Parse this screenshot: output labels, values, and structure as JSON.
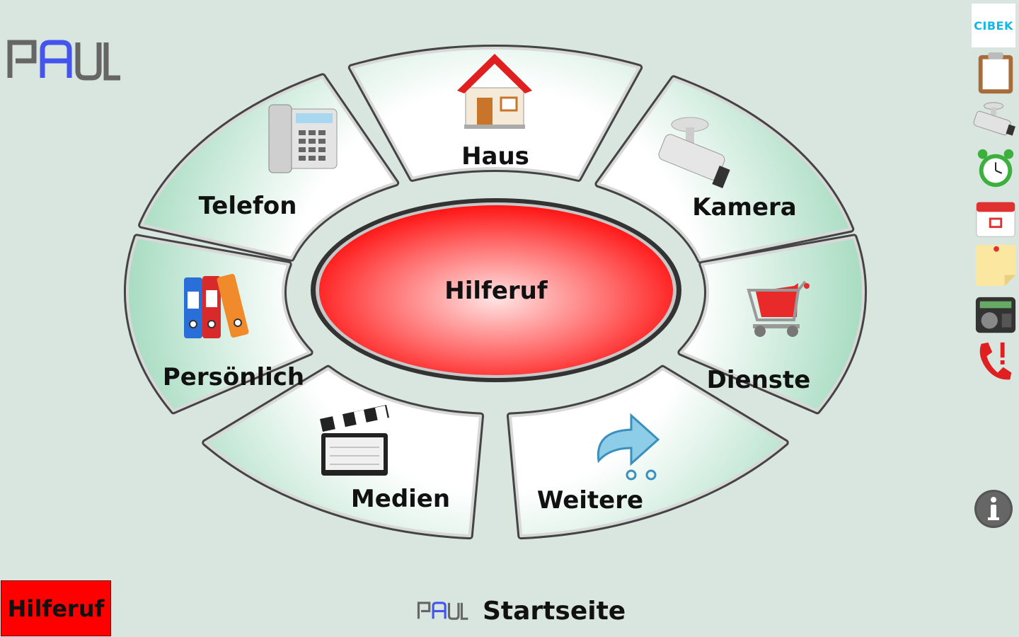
{
  "app": {
    "logo_text": "PAUL",
    "brand": "CIBEK"
  },
  "menu": {
    "center_label": "Hilferuf",
    "segments": [
      {
        "label": "Haus",
        "icon": "house-icon"
      },
      {
        "label": "Kamera",
        "icon": "security-camera-icon"
      },
      {
        "label": "Dienste",
        "icon": "shopping-cart-icon"
      },
      {
        "label": "Weitere",
        "icon": "arrow-forward-icon"
      },
      {
        "label": "Medien",
        "icon": "clapperboard-icon"
      },
      {
        "label": "Persönlich",
        "icon": "binders-icon"
      },
      {
        "label": "Telefon",
        "icon": "telephone-icon"
      }
    ]
  },
  "sidebar": {
    "icons": [
      "clipboard-icon",
      "camera-icon",
      "alarm-clock-icon",
      "calendar-icon",
      "sticky-note-icon",
      "radio-icon",
      "emergency-phone-icon"
    ]
  },
  "help_button": {
    "label": "Hilferuf"
  },
  "footer": {
    "logo_text": "PAUL",
    "title": "Startseite"
  },
  "colors": {
    "background": "#d9e5df",
    "segment": "#c8e8d8",
    "center": "#ff0000",
    "help_button": "#ff0000",
    "brand": "#12b8e8"
  }
}
